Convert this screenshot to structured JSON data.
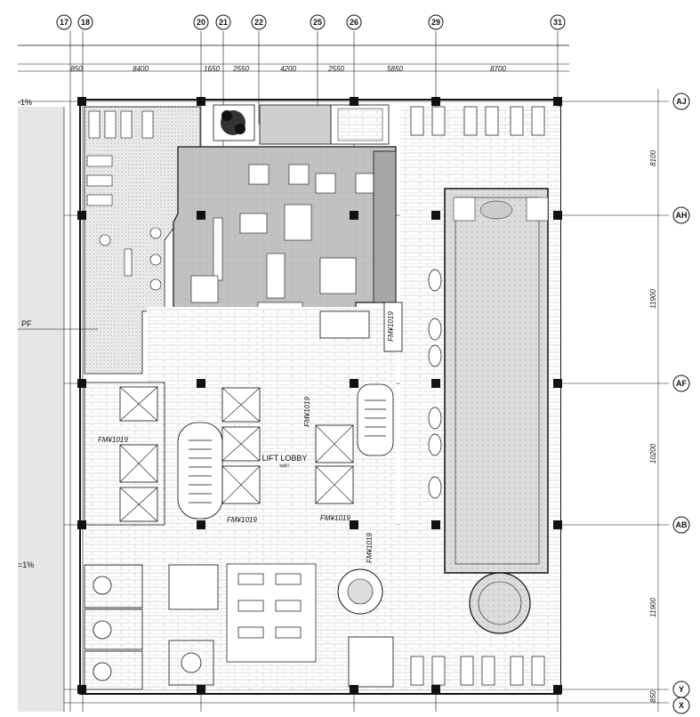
{
  "grid": {
    "columns": [
      "17",
      "18",
      "20",
      "21",
      "22",
      "25",
      "26",
      "29",
      "31"
    ],
    "rows": [
      "AJ",
      "AH",
      "AF",
      "AB",
      "Y",
      "X"
    ]
  },
  "dimensions": {
    "top": [
      "850",
      "8400",
      "1650",
      "2550",
      "4200",
      "2550",
      "5850",
      "8700"
    ],
    "right": [
      "8100",
      "11900",
      "10200",
      "11900",
      "850"
    ]
  },
  "annotations": {
    "slope_top": "-1%",
    "slope_bottom": "=1%",
    "pf": "PF",
    "lift_lobby": "LIFT LOBBY",
    "lift_lobby_cn": "电梯厅",
    "fm_labels": [
      "FM¥1019",
      "FM¥1019",
      "FM¥1019",
      "FM¥1019",
      "FM¥1019",
      "FM¥1019"
    ]
  },
  "colors": {
    "line": "#111111",
    "pool": "#d9d9d9",
    "dark_room": "#bfbfbf",
    "column": "#111111"
  }
}
